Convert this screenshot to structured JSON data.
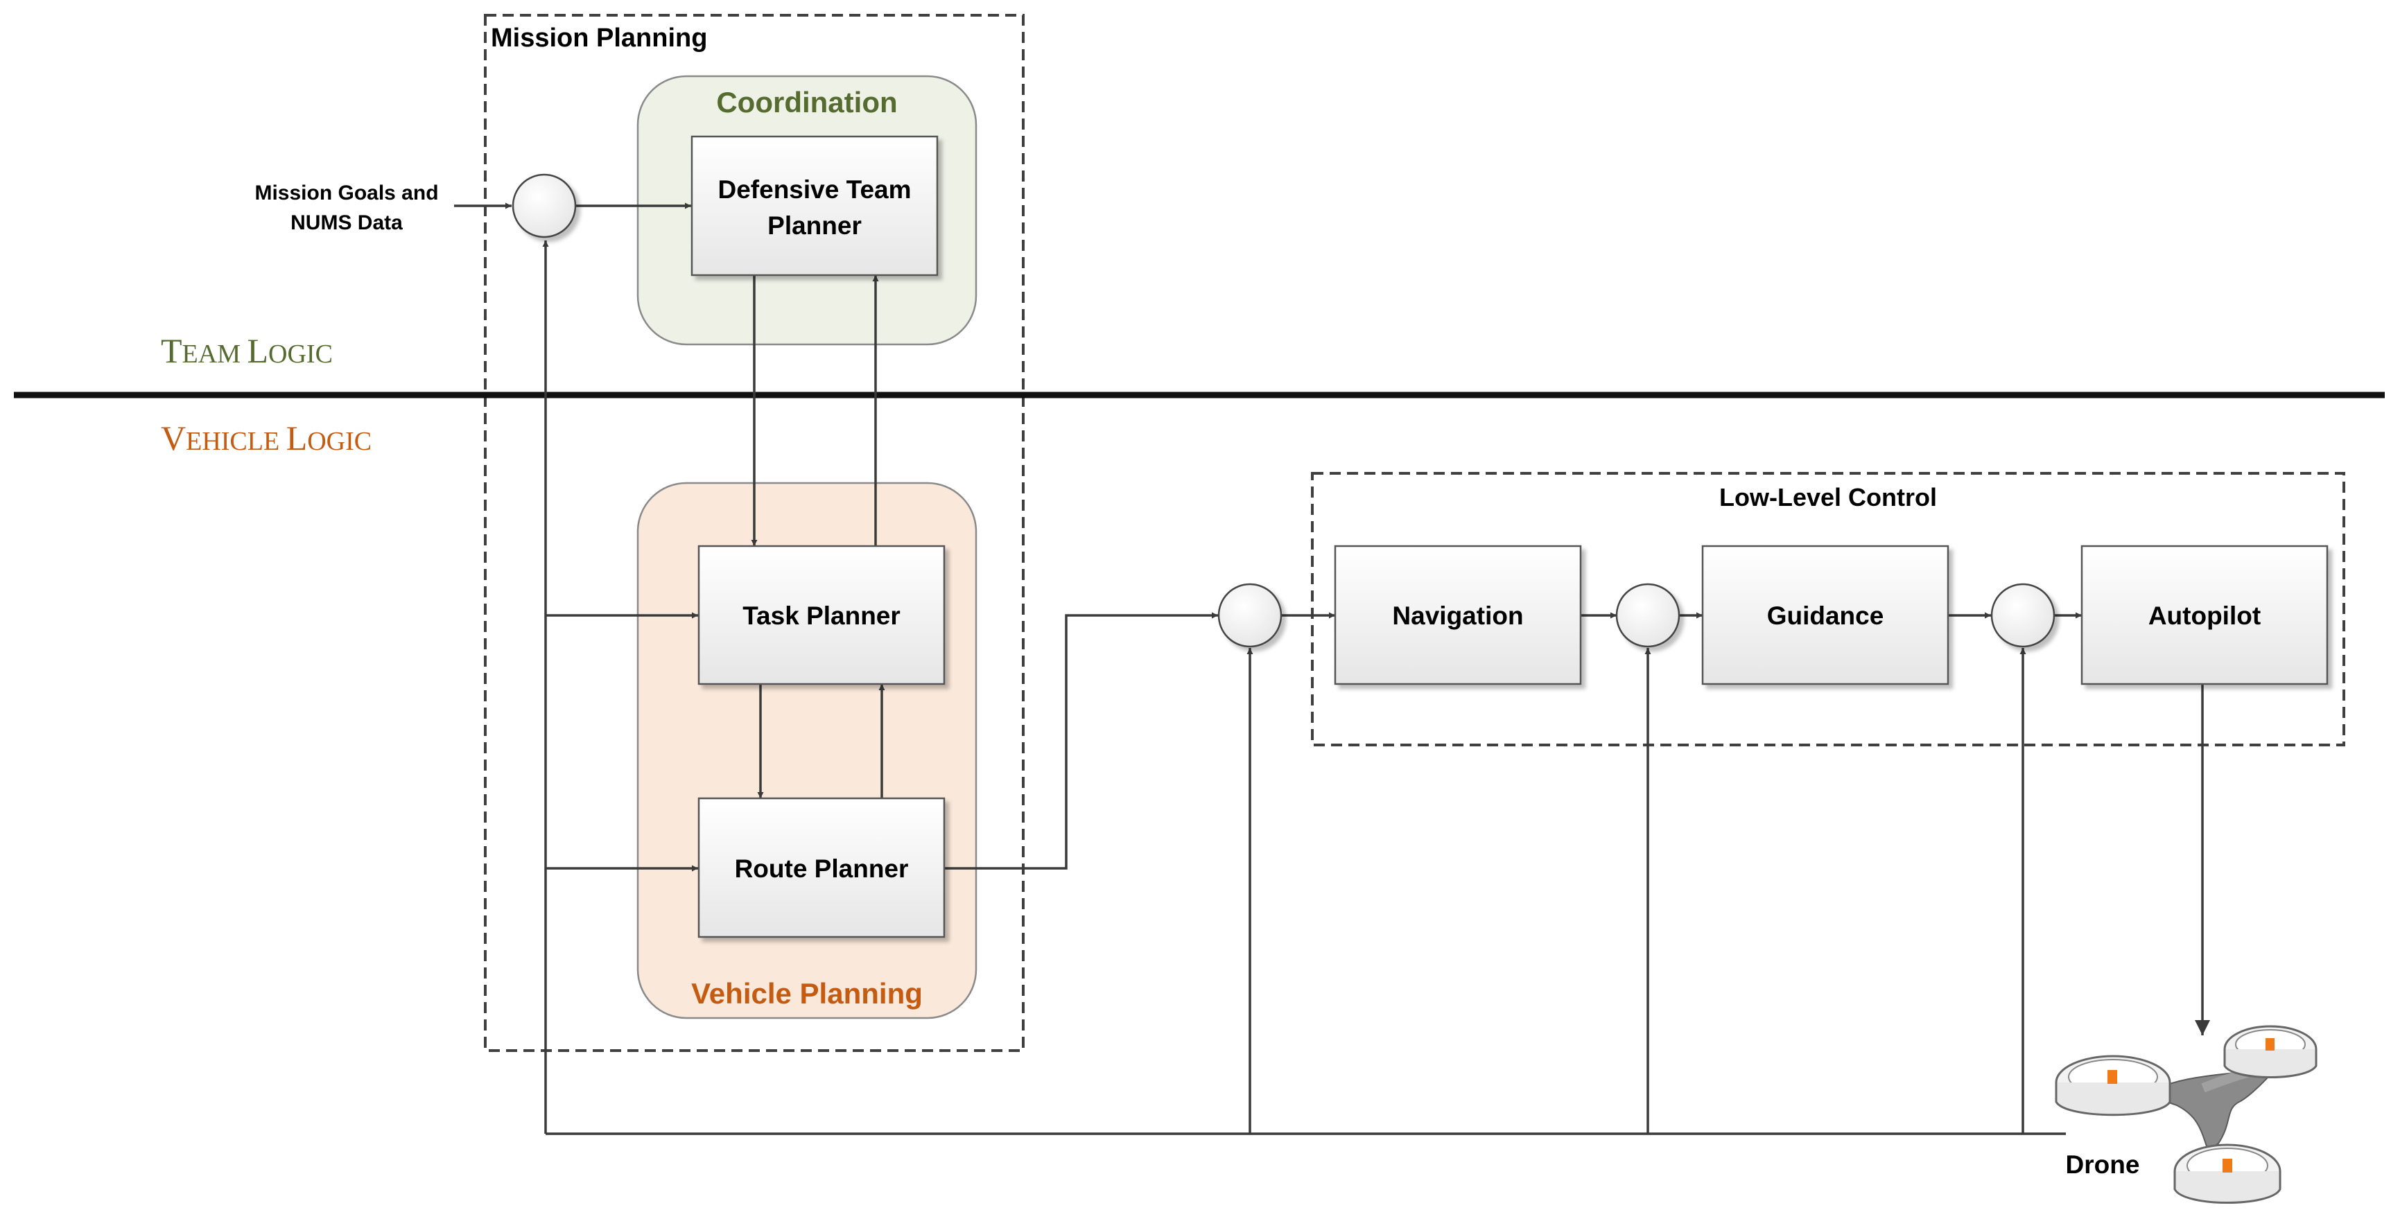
{
  "regions": {
    "mission_planning": "Mission Planning",
    "low_level_control": "Low-Level Control"
  },
  "groups": {
    "coordination": "Coordination",
    "vehicle_planning": "Vehicle Planning"
  },
  "logic_labels": {
    "team": {
      "first": "T",
      "rest": "EAM ",
      "first2": "L",
      "rest2": "OGIC"
    },
    "vehicle": {
      "first": "V",
      "rest": "EHICLE ",
      "first2": "L",
      "rest2": "OGIC"
    }
  },
  "input": {
    "line1": "Mission Goals and",
    "line2": "NUMS Data"
  },
  "blocks": {
    "defensive_line1": "Defensive Team",
    "defensive_line2": "Planner",
    "task_planner": "Task Planner",
    "route_planner": "Route Planner",
    "navigation": "Navigation",
    "guidance": "Guidance",
    "autopilot": "Autopilot"
  },
  "drone_label": "Drone",
  "colors": {
    "team_green": "#556b2f",
    "vehicle_orange": "#c55a11",
    "coordination_fill": "#eef1e6",
    "vehicle_fill": "#fae8da",
    "rotor_orange": "#f07b16"
  }
}
